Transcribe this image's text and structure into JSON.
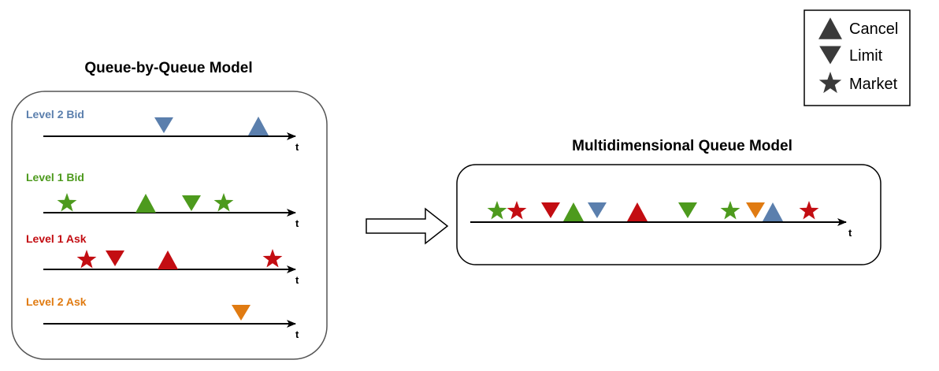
{
  "colors": {
    "blue": "#5b7fad",
    "green": "#4d9a1d",
    "red": "#c30d12",
    "orange": "#e07b12",
    "dark": "#3a3a3a"
  },
  "legend": {
    "items": [
      {
        "label": "Cancel",
        "icon": "triangle-up-icon"
      },
      {
        "label": "Limit",
        "icon": "triangle-down-icon"
      },
      {
        "label": "Market",
        "icon": "star-icon"
      }
    ]
  },
  "left_panel": {
    "title": "Queue-by-Queue  Model",
    "levels": [
      {
        "label": "Level 2 Bid",
        "color": "#5b7fad",
        "axis_label": "t",
        "events": [
          {
            "type": "limit"
          },
          {
            "type": "cancel"
          }
        ]
      },
      {
        "label": "Level 1 Bid",
        "color": "#4d9a1d",
        "axis_label": "t",
        "events": [
          {
            "type": "market"
          },
          {
            "type": "cancel"
          },
          {
            "type": "limit"
          },
          {
            "type": "market"
          }
        ]
      },
      {
        "label": "Level 1 Ask",
        "color": "#c30d12",
        "axis_label": "t",
        "events": [
          {
            "type": "market"
          },
          {
            "type": "limit"
          },
          {
            "type": "cancel"
          },
          {
            "type": "market"
          }
        ]
      },
      {
        "label": "Level 2 Ask",
        "color": "#e07b12",
        "axis_label": "t",
        "events": [
          {
            "type": "limit"
          }
        ]
      }
    ]
  },
  "right_panel": {
    "title": "Multidimensional Queue Model",
    "axis_label": "t",
    "events": [
      {
        "type": "market",
        "color": "#4d9a1d"
      },
      {
        "type": "market",
        "color": "#c30d12"
      },
      {
        "type": "limit",
        "color": "#c30d12"
      },
      {
        "type": "cancel",
        "color": "#4d9a1d"
      },
      {
        "type": "limit",
        "color": "#5b7fad"
      },
      {
        "type": "cancel",
        "color": "#c30d12"
      },
      {
        "type": "limit",
        "color": "#4d9a1d"
      },
      {
        "type": "market",
        "color": "#4d9a1d"
      },
      {
        "type": "limit",
        "color": "#e07b12"
      },
      {
        "type": "cancel",
        "color": "#5b7fad"
      },
      {
        "type": "market",
        "color": "#c30d12"
      }
    ]
  },
  "arrow": {
    "icon": "right-arrow-icon"
  }
}
